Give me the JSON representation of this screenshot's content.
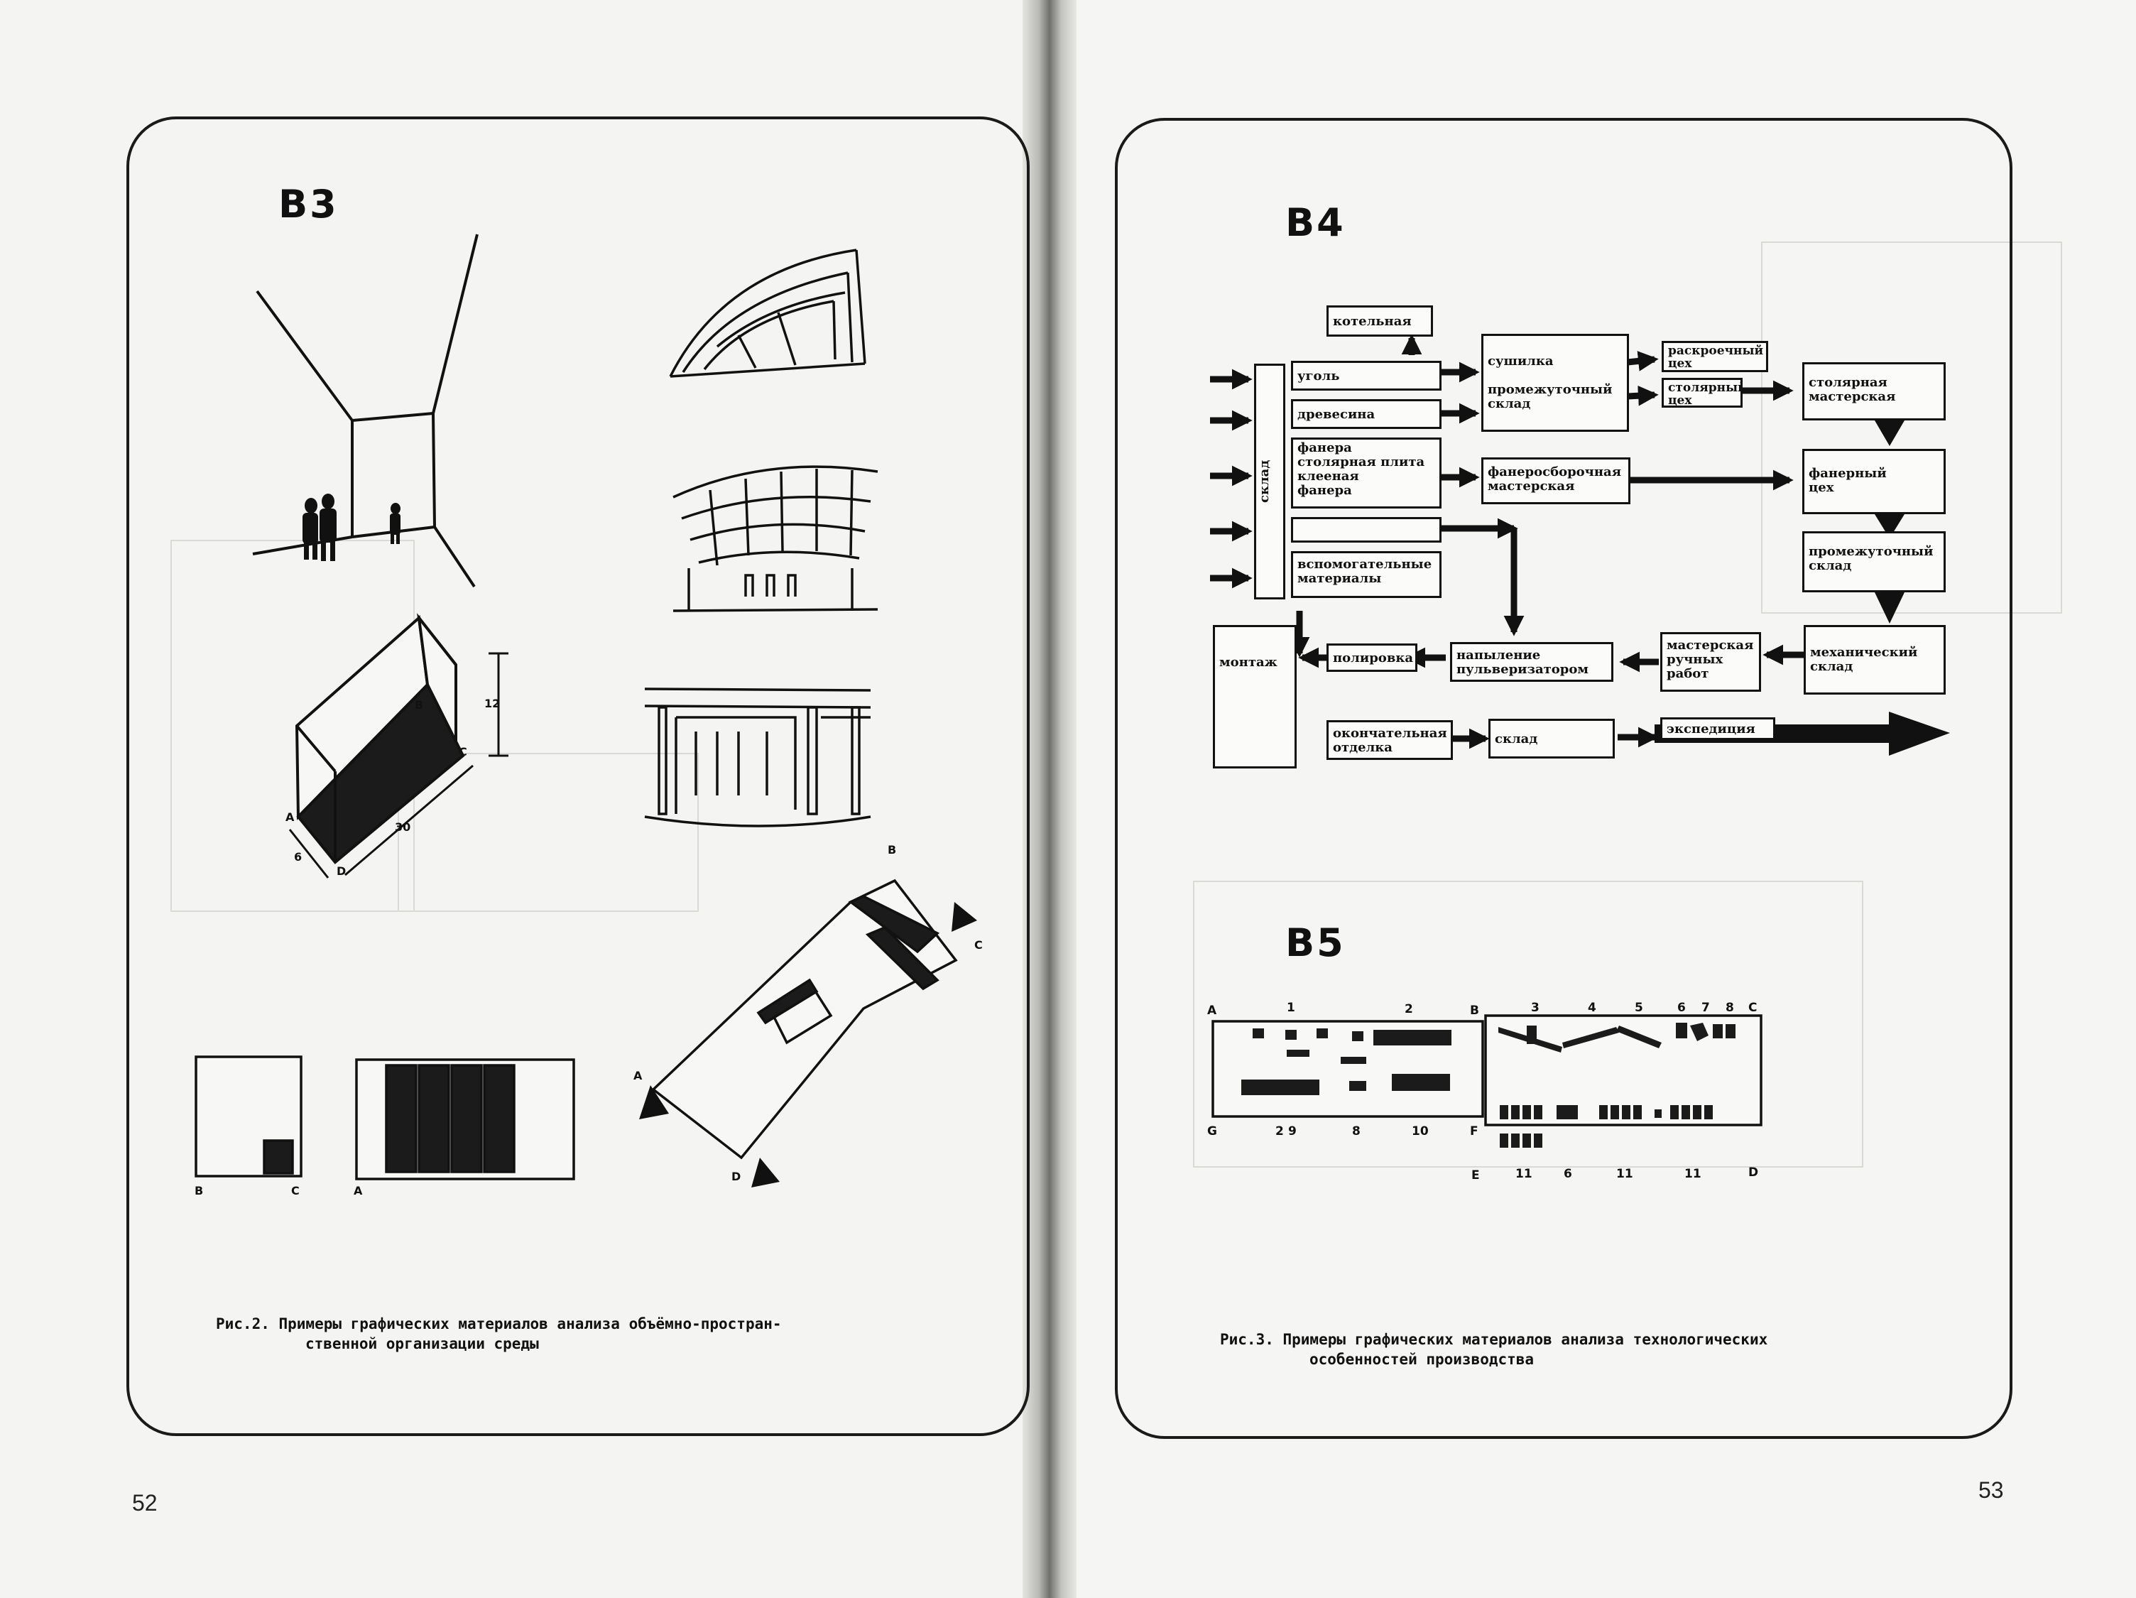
{
  "left_page": {
    "figure_label": "В3",
    "caption_line1": "Рис.2. Примеры графических материалов анализа объёмно-простран-",
    "caption_line2": "ственной организации среды",
    "page_number": "52",
    "block_labels": {
      "a": "A",
      "b": "B",
      "c": "C",
      "d": "D",
      "b2": "B",
      "c2": "C",
      "a2": "A",
      "dim_width": "6",
      "dim_length": "30",
      "dim_height": "12"
    },
    "plan_labels": {
      "a": "A",
      "b": "B",
      "c": "C",
      "d": "D"
    },
    "plan_row": {
      "b": "B",
      "c": "C",
      "a": "A"
    }
  },
  "right_page": {
    "figure_label_b4": "В4",
    "figure_label_b5": "В5",
    "caption_line1": "Рис.3. Примеры графических материалов анализа технологических",
    "caption_line2": "особенностей производства",
    "page_number": "53",
    "flow": {
      "boiler": "котельная",
      "warehouse": "склад",
      "coal": "уголь",
      "wood": "древесина",
      "plywood_group": "фанера\nстолярная плита\nклееная\nфанера",
      "auxiliary": "вспомогательные\nматериалы",
      "dryer": "сушилка\n\nпромежуточный\nсклад",
      "cutting_shop": "раскроечный\nцех",
      "joinery_shop": "столярный\nцех",
      "plywood_assembly": "фанеросборочная\nмастерская",
      "joinery_workshop": "столярная\nмастерская",
      "plywood_shop": "фанерный\nцех",
      "interim_store": "промежуточный\nсклад",
      "mechanical_store": "механический\nсклад",
      "manual_workshop": "мастерская\nручных\nработ",
      "spraying": "напыление\nпульверизатором",
      "polishing": "полировка",
      "assembly": "монтаж",
      "finishing": "окончательная\nотделка",
      "store": "склад",
      "dispatch": "экспедиция"
    },
    "b5": {
      "top_letters": [
        "A",
        "B",
        "C"
      ],
      "bottom_letters": [
        "G",
        "F",
        "E",
        "D"
      ],
      "top_numbers": [
        "1",
        "2",
        "3",
        "4",
        "5",
        "6",
        "7",
        "8"
      ],
      "bottom_numbers": [
        "2",
        "9",
        "8",
        "10",
        "11",
        "6",
        "11",
        "11"
      ]
    }
  }
}
